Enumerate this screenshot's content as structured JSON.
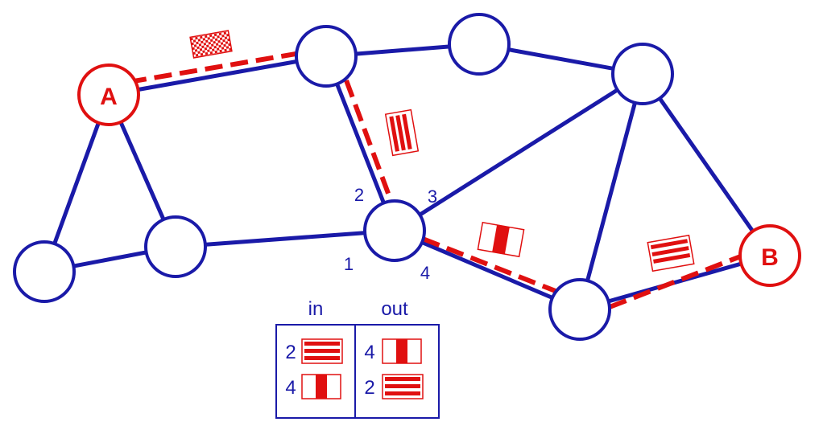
{
  "colors": {
    "link": "#1a1aa8",
    "highlight": "#e01010",
    "node_fill": "#ffffff",
    "label_blue": "#1a1aa8"
  },
  "nodes": {
    "A": "A",
    "B": "B"
  },
  "ports": {
    "p1": "1",
    "p2": "2",
    "p3": "3",
    "p4": "4"
  },
  "table": {
    "in_header": "in",
    "out_header": "out",
    "rows": [
      {
        "in_port": "2",
        "in_icon": "horizontal-stripes-icon",
        "out_port": "4",
        "out_icon": "vertical-bar-icon"
      },
      {
        "in_port": "4",
        "in_icon": "vertical-bar-icon",
        "out_port": "2",
        "out_icon": "horizontal-stripes-icon"
      }
    ]
  },
  "pattern_icons": [
    "checkerboard-icon",
    "vertical-stripes-icon",
    "vertical-bar-icon",
    "horizontal-stripes-icon"
  ]
}
